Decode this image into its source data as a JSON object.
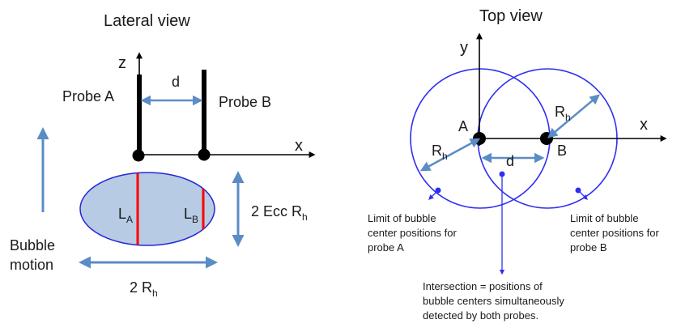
{
  "lateral": {
    "title": "Lateral view",
    "z_axis": "z",
    "x_axis": "x",
    "probe_a": "Probe A",
    "probe_b": "Probe B",
    "distance": "d",
    "la": "L",
    "la_sub": "A",
    "lb": "L",
    "lb_sub": "B",
    "ecc_main": "2 Ecc R",
    "ecc_sub": "h",
    "width_main": "2 R",
    "width_sub": "h",
    "motion_line1": "Bubble",
    "motion_line2": "motion"
  },
  "top": {
    "title": "Top view",
    "y_axis": "y",
    "x_axis": "x",
    "point_a": "A",
    "point_b": "B",
    "distance": "d",
    "ra_main": "R",
    "ra_sub": "h",
    "rb_main": "R",
    "rb_sub": "h",
    "limit_a": [
      "Limit of bubble",
      "center positions for",
      "probe A"
    ],
    "limit_b": [
      "Limit of bubble",
      "center positions for",
      "probe B"
    ],
    "intersection": [
      "Intersection = positions of",
      "bubble centers simultaneously",
      "detected by both probes."
    ]
  },
  "colors": {
    "arrow_blue": "#5b8cc6",
    "circle_blue": "#2f2ff2",
    "ellipse_fill": "#b7cbe4",
    "ellipse_stroke": "#2626d6",
    "chord_red": "#ff0000",
    "ink": "#000000"
  }
}
